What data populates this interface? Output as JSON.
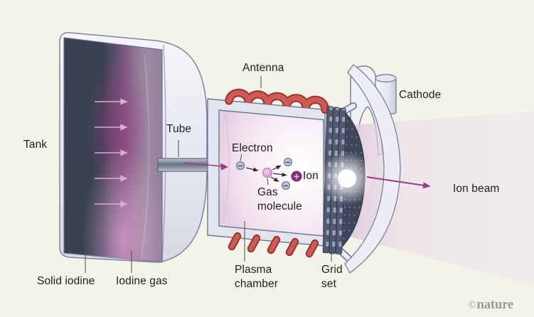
{
  "labels": {
    "tank": "Tank",
    "tube": "Tube",
    "antenna": "Antenna",
    "electron": "Electron",
    "ion": "Ion",
    "gas_molecule": "Gas\nmolecule",
    "cathode": "Cathode",
    "ion_beam": "Ion beam",
    "solid_iodine": "Solid iodine",
    "iodine_gas": "Iodine gas",
    "plasma_chamber": "Plasma\nchamber",
    "grid_set": "Grid\nset"
  },
  "icons": {
    "minus": "−",
    "plus": "+"
  },
  "watermark": {
    "symbol": "©",
    "text": "nature"
  },
  "colors": {
    "background": "#f4f3ea",
    "text": "#1f1f1f",
    "leader_line": "#4d4d4d",
    "accent_magenta": "#9c3a8a",
    "antenna_red": "#cf5a54",
    "antenna_red_dark": "#993431",
    "solid_iodine": "#394052",
    "iodine_gas_pink": "#c79ec0",
    "metal_light": "#edeef5",
    "metal_outline": "#747b96",
    "grid_dark": "#3f4659",
    "electron_fill": "#bac4d9",
    "ion_fill": "#8e2d7e",
    "molecule_fill": "#d593cb"
  },
  "counts": {
    "tank_flow_arrows": 5,
    "antenna_coil_turns": 5
  }
}
